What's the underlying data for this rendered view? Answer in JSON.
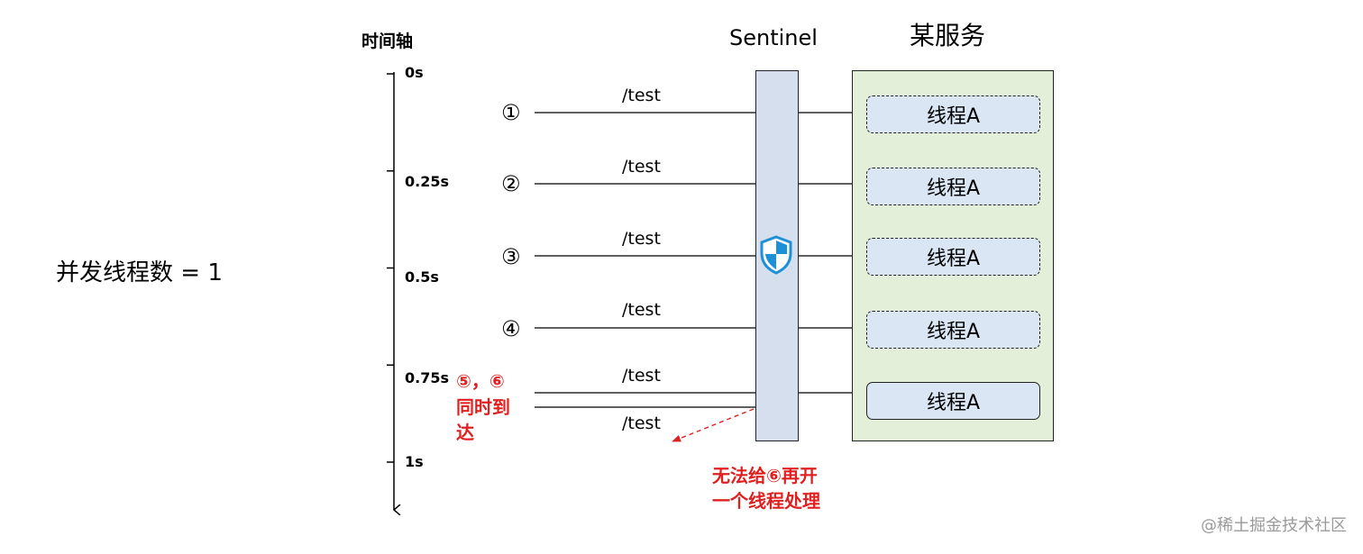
{
  "left_label": "并发线程数 = 1",
  "timeline": {
    "title": "时间轴",
    "ticks": [
      {
        "label": "0s",
        "t": 0
      },
      {
        "label": "0.25s",
        "t": 0.25
      },
      {
        "label": "0.5s",
        "t": 0.5
      },
      {
        "label": "0.75s",
        "t": 0.75
      },
      {
        "label": "1s",
        "t": 1
      }
    ]
  },
  "sentinel": {
    "title": "Sentinel",
    "icon": "shield-icon"
  },
  "service": {
    "title": "某服务",
    "threads": [
      {
        "label": "线程A",
        "style": "dashed"
      },
      {
        "label": "线程A",
        "style": "dashed"
      },
      {
        "label": "线程A",
        "style": "dashed"
      },
      {
        "label": "线程A",
        "style": "dashed"
      },
      {
        "label": "线程A",
        "style": "solid"
      }
    ]
  },
  "requests": [
    {
      "marker": "①",
      "path": "/test",
      "forwarded": true
    },
    {
      "marker": "②",
      "path": "/test",
      "forwarded": true
    },
    {
      "marker": "③",
      "path": "/test",
      "forwarded": true
    },
    {
      "marker": "④",
      "path": "/test",
      "forwarded": true
    },
    {
      "marker": "",
      "path": "/test",
      "forwarded": true
    },
    {
      "marker": "",
      "path": "/test",
      "forwarded": false
    }
  ],
  "annotations": {
    "arrival_note": [
      "⑤，⑥",
      "同时到",
      "达"
    ],
    "reject_note": [
      "无法给⑥再开",
      "一个线程处理"
    ]
  },
  "colors": {
    "sentinel_fill": "#d5dfee",
    "service_fill": "#e4efd9",
    "thread_fill": "#dae6f3",
    "annotation_red": "#e02020",
    "shield_blue": "#1e90d8"
  },
  "watermark": "@稀土掘金技术社区"
}
